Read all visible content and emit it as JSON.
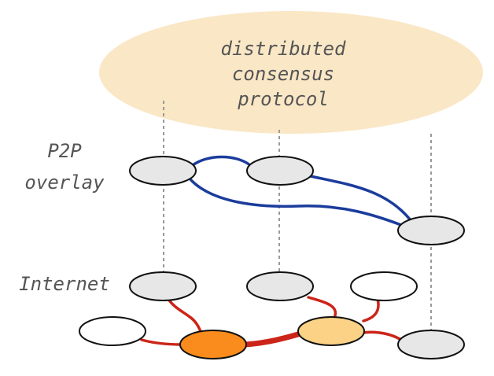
{
  "consensus": {
    "line1": "distributed",
    "line2": "consensus",
    "line3": "protocol"
  },
  "layers": {
    "p2p_line1": "P2P",
    "p2p_line2": "overlay",
    "internet": "Internet"
  },
  "colors": {
    "consensus_fill": "#fae7c6",
    "overlay_link": "#1b3c9c",
    "internet_link": "#cc2418",
    "node_gray": "#e7e7e7",
    "node_white": "#ffffff",
    "node_orange": "#f98c1c",
    "node_light_orange": "#fcd286",
    "vertical_dotted": "#999999"
  }
}
